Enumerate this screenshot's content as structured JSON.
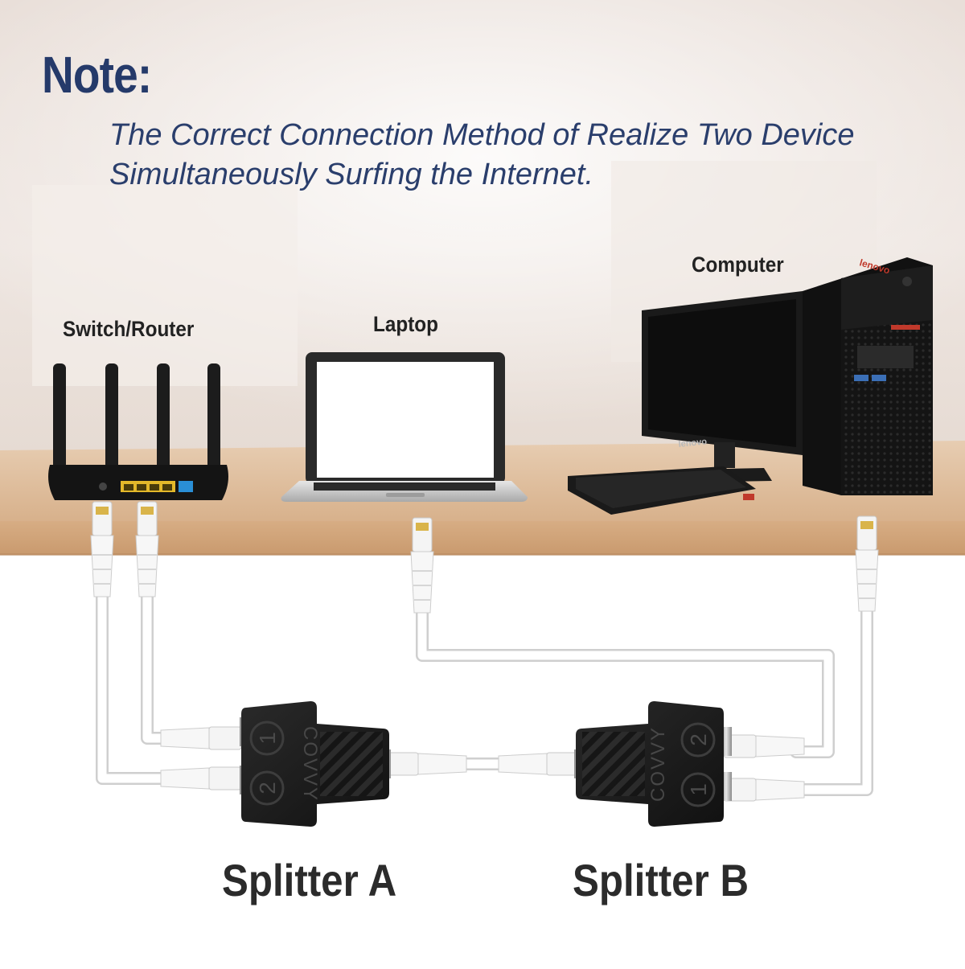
{
  "note": {
    "title": "Note:",
    "body_line1": "The Correct Connection Method of Realize Two Device",
    "body_line2": "Simultaneously Surfing the Internet."
  },
  "devices": {
    "router": "Switch/Router",
    "laptop": "Laptop",
    "computer": "Computer"
  },
  "splitters": {
    "a_label": "Splitter A",
    "b_label": "Splitter B",
    "brand": "COVVY",
    "port1": "1",
    "port2": "2"
  },
  "computer_brand": "lenovo",
  "colors": {
    "note_text": "#253a6a",
    "label_text": "#222222",
    "desk_wood": "#d9b48f",
    "cable": "#ffffff",
    "splitter_body": "#1b1b1b"
  }
}
